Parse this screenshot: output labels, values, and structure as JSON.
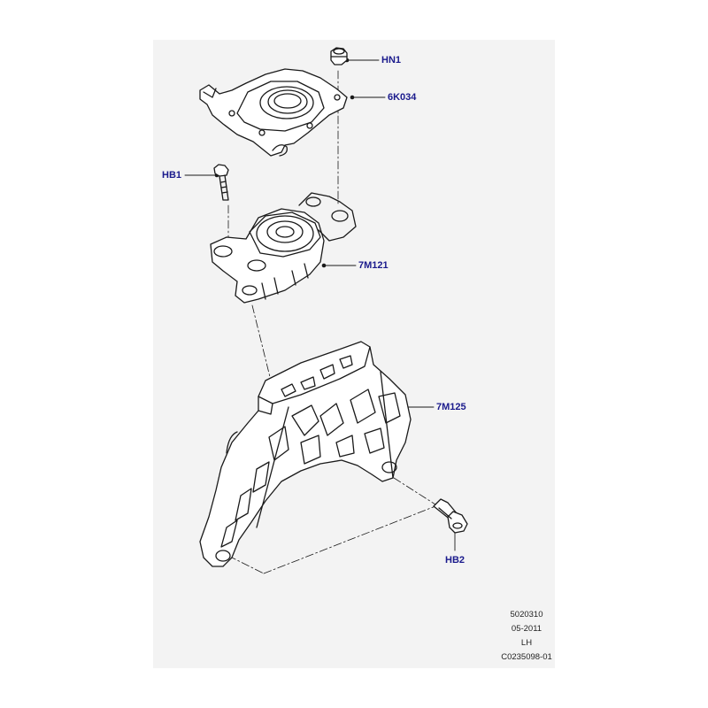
{
  "callouts": {
    "hn1": "HN1",
    "k034": "6K034",
    "hb1": "HB1",
    "m121": "7M121",
    "m125": "7M125",
    "hb2": "HB2"
  },
  "meta": {
    "illustration_number": "5020310",
    "date": "05-2011",
    "side": "LH",
    "drawing_code": "C0235098-01"
  },
  "colors": {
    "callout_text": "#1a1a8c",
    "panel_background": "#f3f3f3",
    "line_art": "#1a1a1a"
  }
}
